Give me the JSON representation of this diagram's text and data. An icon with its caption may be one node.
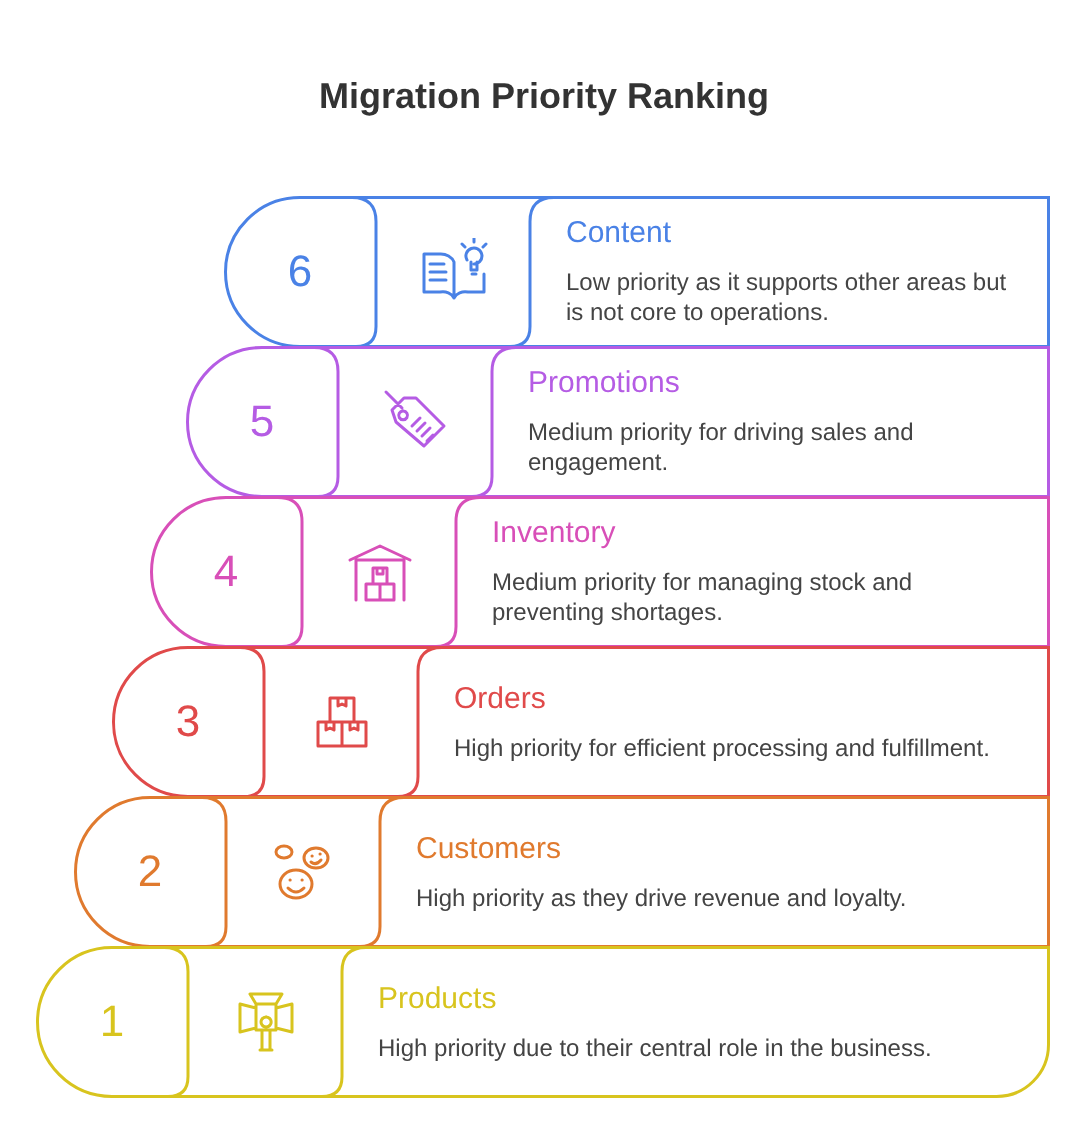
{
  "diagram": {
    "title": "Migration Priority Ranking",
    "nodes": [
      {
        "text": [
          "6",
          "Content",
          "Low priority as it supports other areas but is not core to operations."
        ]
      },
      {
        "text": [
          "5",
          "Promotions",
          "Medium priority for driving sales and engagement."
        ]
      },
      {
        "text": [
          "4",
          "Inventory",
          "Medium priority for managing stock and preventing shortages."
        ]
      },
      {
        "text": [
          "3",
          "Orders",
          "High priority for efficient processing and fulfillment."
        ]
      },
      {
        "text": [
          "2",
          "Customers",
          "High priority as they drive revenue and loyalty."
        ]
      },
      {
        "text": [
          "1",
          "Products",
          "High priority due to their central role in the business."
        ]
      }
    ]
  }
}
